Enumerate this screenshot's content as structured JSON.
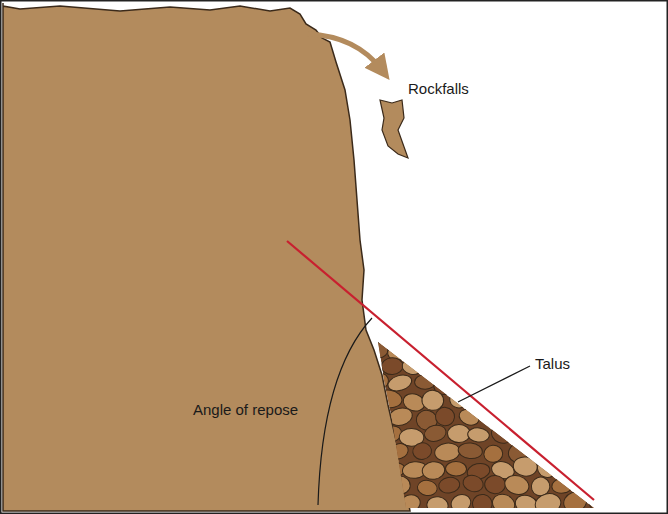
{
  "diagram": {
    "labels": [
      "Rockfalls",
      "Talus",
      "Angle of repose"
    ]
  }
}
